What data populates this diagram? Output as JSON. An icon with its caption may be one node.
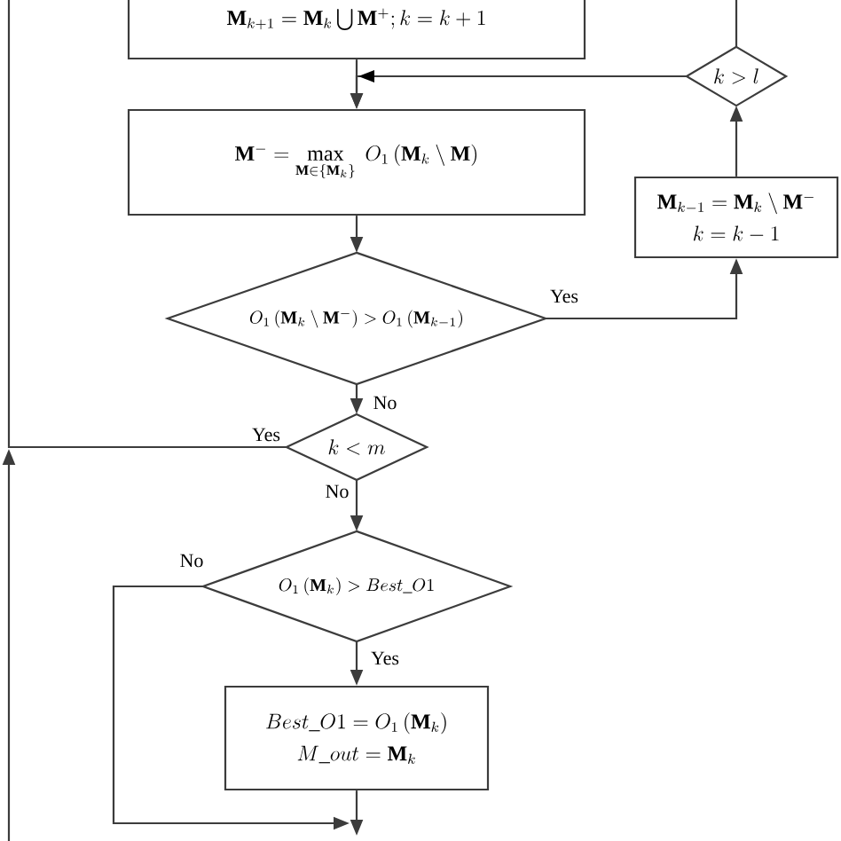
{
  "diagram": {
    "nodes": [
      {
        "text": [
          "\\mathbf{M}_{k+1}=\\mathbf{M}_k\\bigcup\\mathbf{M}^{+};k=k+1"
        ]
      },
      {
        "text": [
          "\\mathbf{M}^{-}=\\max\\limits_{\\mathbf{M}\\in\\{\\mathbf{M}_k\\}}\\;O_1\\left(\\mathbf{M}_k\\setminus\\mathbf{M}\\right)"
        ]
      },
      {
        "text": [
          "O_1\\left(\\mathbf{M}_k\\setminus\\mathbf{M}^{-}\\right)>O_1\\left(\\mathbf{M}_{k-1}\\right)"
        ]
      },
      {
        "text": [
          "k<m"
        ]
      },
      {
        "text": [
          "O_1\\left(\\mathbf{M}_k\\right)>Best\\_O1"
        ]
      },
      {
        "text": [
          "Best\\_O1=O_1\\left(\\mathbf{M}_k\\right)",
          "M\\_out=\\mathbf{M}_k"
        ]
      },
      {
        "text": [
          "\\mathbf{M}_{k-1}=\\mathbf{M}_k\\setminus\\mathbf{M}^{-}",
          "k=k-1"
        ]
      },
      {
        "text": [
          "k>l"
        ]
      }
    ],
    "edges": [
      {
        "from": 0,
        "to": 1,
        "arrow": "to"
      },
      {
        "from": 7,
        "to": 1,
        "arrow": "to"
      },
      {
        "from": 7,
        "to": null,
        "arrow": "none"
      },
      {
        "from": 1,
        "to": 2,
        "arrow": "to"
      },
      {
        "from": 2,
        "to": 6,
        "arrow": "to",
        "label": "Yes"
      },
      {
        "from": 6,
        "to": 7,
        "arrow": "to"
      },
      {
        "from": 2,
        "to": 3,
        "arrow": "to",
        "label": "No"
      },
      {
        "from": 3,
        "to": null,
        "arrow": "none",
        "label": "Yes"
      },
      {
        "from": 3,
        "to": 4,
        "arrow": "to",
        "label": "No"
      },
      {
        "from": 4,
        "to": 5,
        "arrow": "to",
        "label": "Yes"
      },
      {
        "from": 4,
        "to": null,
        "arrow": "to",
        "label": "No"
      },
      {
        "from": 5,
        "to": null,
        "arrow": "to"
      }
    ]
  }
}
